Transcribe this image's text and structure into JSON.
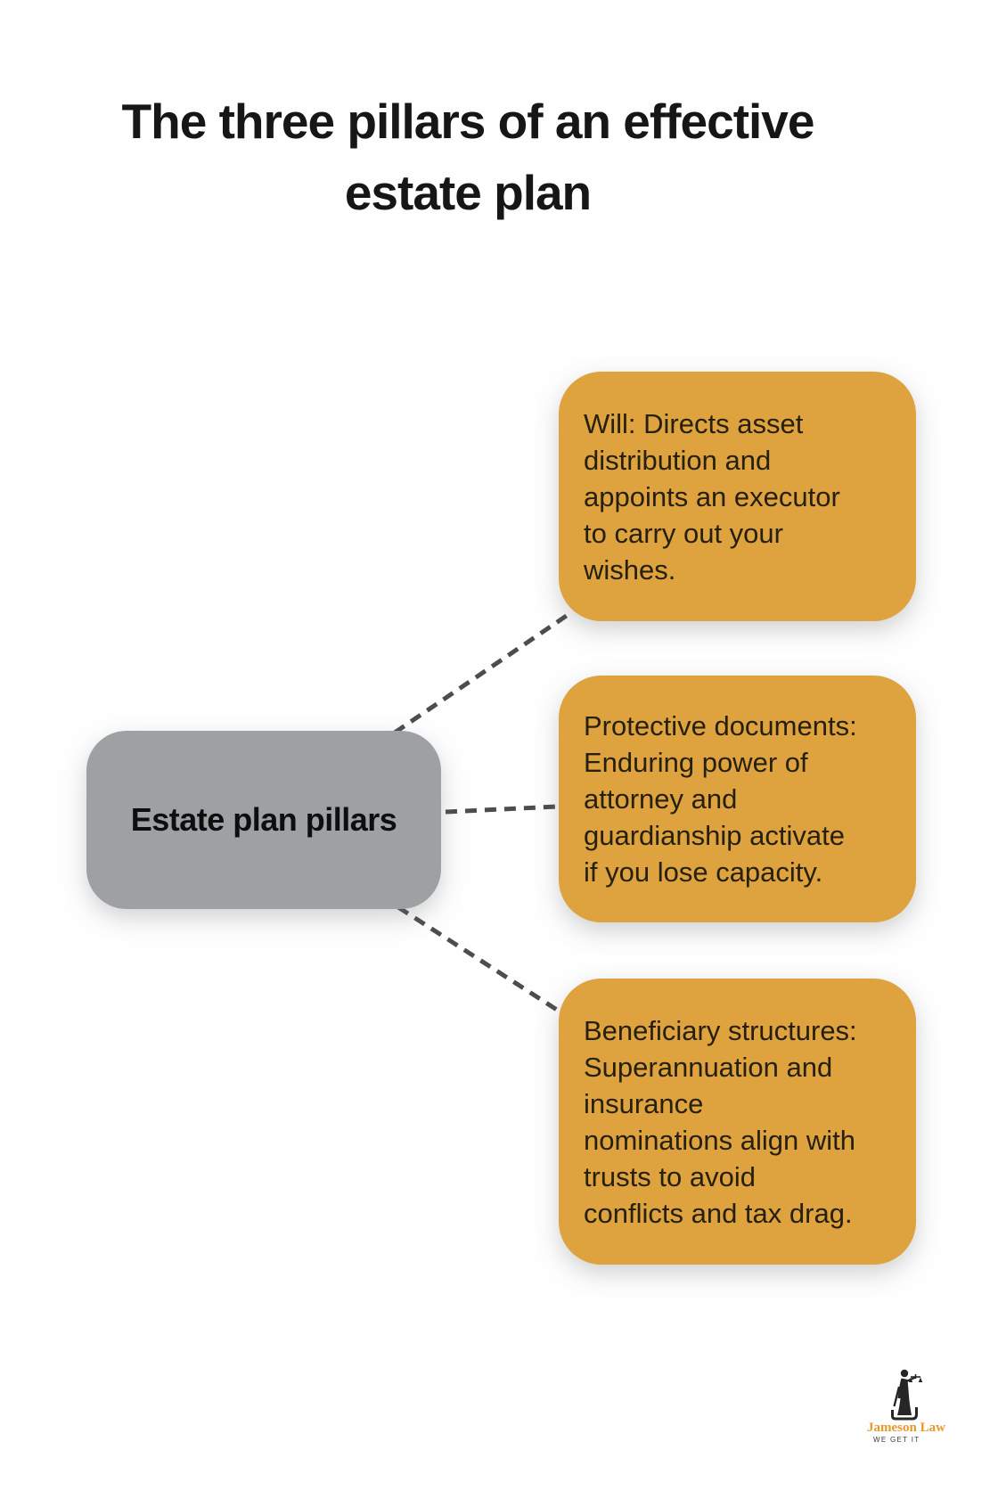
{
  "title": {
    "text": "The three pillars of an effective\nestate plan"
  },
  "center_node": {
    "label": "Estate plan pillars"
  },
  "pillars": [
    {
      "id": "will",
      "text": "Will: Directs asset\ndistribution and\nappoints an executor\nto carry out your\nwishes."
    },
    {
      "id": "protective-documents",
      "text": "Protective documents:\nEnduring power of\nattorney and\nguardianship activate\nif you lose capacity."
    },
    {
      "id": "beneficiary-structures",
      "text": "Beneficiary structures:\nSuperannuation and\ninsurance\nnominations align with\ntrusts to avoid\nconflicts and tax drag."
    }
  ],
  "logo": {
    "icon": "lady-justice-icon",
    "name": "Jameson Law",
    "tagline": "WE GET IT"
  },
  "colors": {
    "background": "#FEFEFE",
    "title": "#161616",
    "pillar_bg": "#DEA23E",
    "pillar_text": "#26200F",
    "center_bg": "#9EA1A4",
    "center_text": "#0E0E0E",
    "connector": "#4D4D4D",
    "brand_orange": "#E8992C",
    "brand_dark": "#262626"
  }
}
